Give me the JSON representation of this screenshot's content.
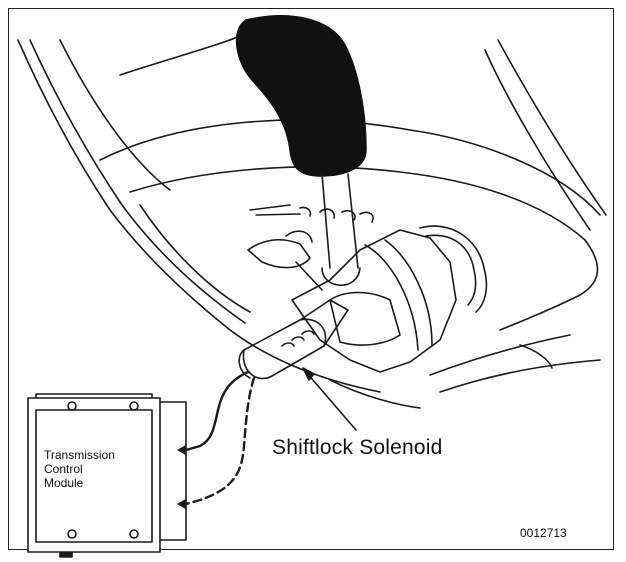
{
  "diagram": {
    "labels": {
      "tcm_line1": "Transmission",
      "tcm_line2": "Control",
      "tcm_line3": "Module",
      "solenoid": "Shiftlock Solenoid",
      "figure_id": "0012713"
    },
    "parts": [
      "shift-lever-knob",
      "shift-lever-shaft",
      "gear-selector-assembly",
      "shiftlock-solenoid",
      "transmission-control-module",
      "wiring-harness",
      "console-trim"
    ]
  }
}
